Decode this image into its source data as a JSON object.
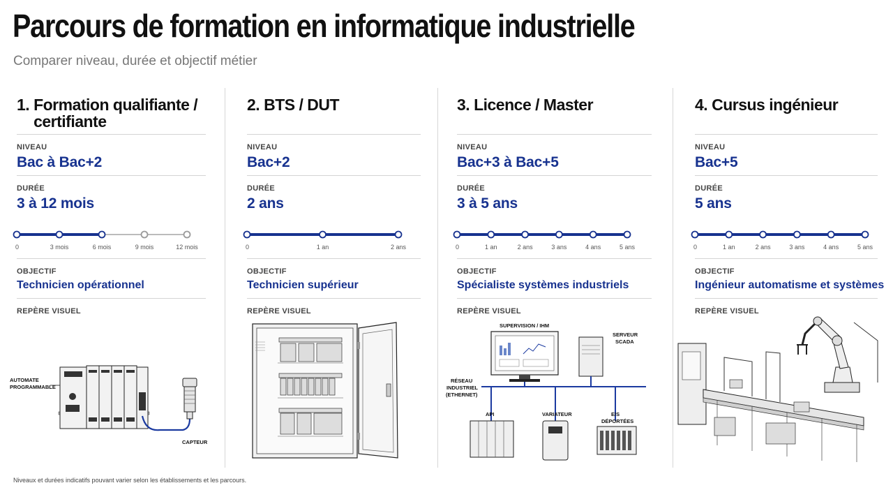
{
  "page": {
    "title": "Parcours de formation en informatique industrielle",
    "subtitle": "Comparer niveau, durée et objectif métier",
    "footnote": "Niveaux et durées indicatifs pouvant varier selon les établissements et les parcours."
  },
  "labels": {
    "niveau": "NIVEAU",
    "duree": "DURÉE",
    "objectif": "OBJECTIF",
    "repere": "REPÈRE VISUEL"
  },
  "colors": {
    "accent": "#17328f",
    "rule": "#d4d4d4",
    "muted": "#777777"
  },
  "columns": [
    {
      "number": "1. ",
      "title": "Formation qualifiante / certifiante",
      "niveau": "Bac à Bac+2",
      "duree": "3 à 12 mois",
      "timeline": {
        "ticks": [
          "0",
          "3 mois",
          "6 mois",
          "9 mois",
          "12 mois"
        ],
        "tick_values": [
          0,
          3,
          6,
          9,
          12
        ],
        "min": 0,
        "max": 12,
        "filled_to": 6
      },
      "objectif": "Technicien opérationnel",
      "illustration": {
        "icon": "plc-sensor-icon",
        "labels": [
          "AUTOMATE",
          "PROGRAMMABLE",
          "CAPTEUR"
        ]
      }
    },
    {
      "number": "2. ",
      "title": "BTS / DUT",
      "niveau": "Bac+2",
      "duree": "2 ans",
      "timeline": {
        "ticks": [
          "0",
          "1 an",
          "2 ans"
        ],
        "tick_values": [
          0,
          1,
          2
        ],
        "min": 0,
        "max": 2,
        "filled_to": 2
      },
      "objectif": "Technicien supérieur",
      "illustration": {
        "icon": "electrical-cabinet-icon",
        "labels": []
      }
    },
    {
      "number": "3. ",
      "title": "Licence / Master",
      "niveau": "Bac+3 à Bac+5",
      "duree": "3 à 5 ans",
      "timeline": {
        "ticks": [
          "0",
          "1 an",
          "2 ans",
          "3 ans",
          "4 ans",
          "5 ans"
        ],
        "tick_values": [
          0,
          1,
          2,
          3,
          4,
          5
        ],
        "min": 0,
        "max": 5,
        "filled_to": 5
      },
      "objectif": "Spécialiste systèmes industriels",
      "illustration": {
        "icon": "industrial-network-icon",
        "labels": [
          "SUPERVISION / IHM",
          "SERVEUR",
          "SCADA",
          "RÉSEAU",
          "INDUSTRIEL",
          "(ETHERNET)",
          "API",
          "VARIATEUR",
          "E/S",
          "DÉPORTÉES"
        ]
      }
    },
    {
      "number": "4. ",
      "title": "Cursus ingénieur",
      "niveau": "Bac+5",
      "duree": "5 ans",
      "timeline": {
        "ticks": [
          "0",
          "1 an",
          "2 ans",
          "3 ans",
          "4 ans",
          "5 ans"
        ],
        "tick_values": [
          0,
          1,
          2,
          3,
          4,
          5
        ],
        "min": 0,
        "max": 5,
        "filled_to": 5
      },
      "objectif": "Ingénieur automatisme et systèmes",
      "illustration": {
        "icon": "robotic-production-line-icon",
        "labels": []
      }
    }
  ]
}
